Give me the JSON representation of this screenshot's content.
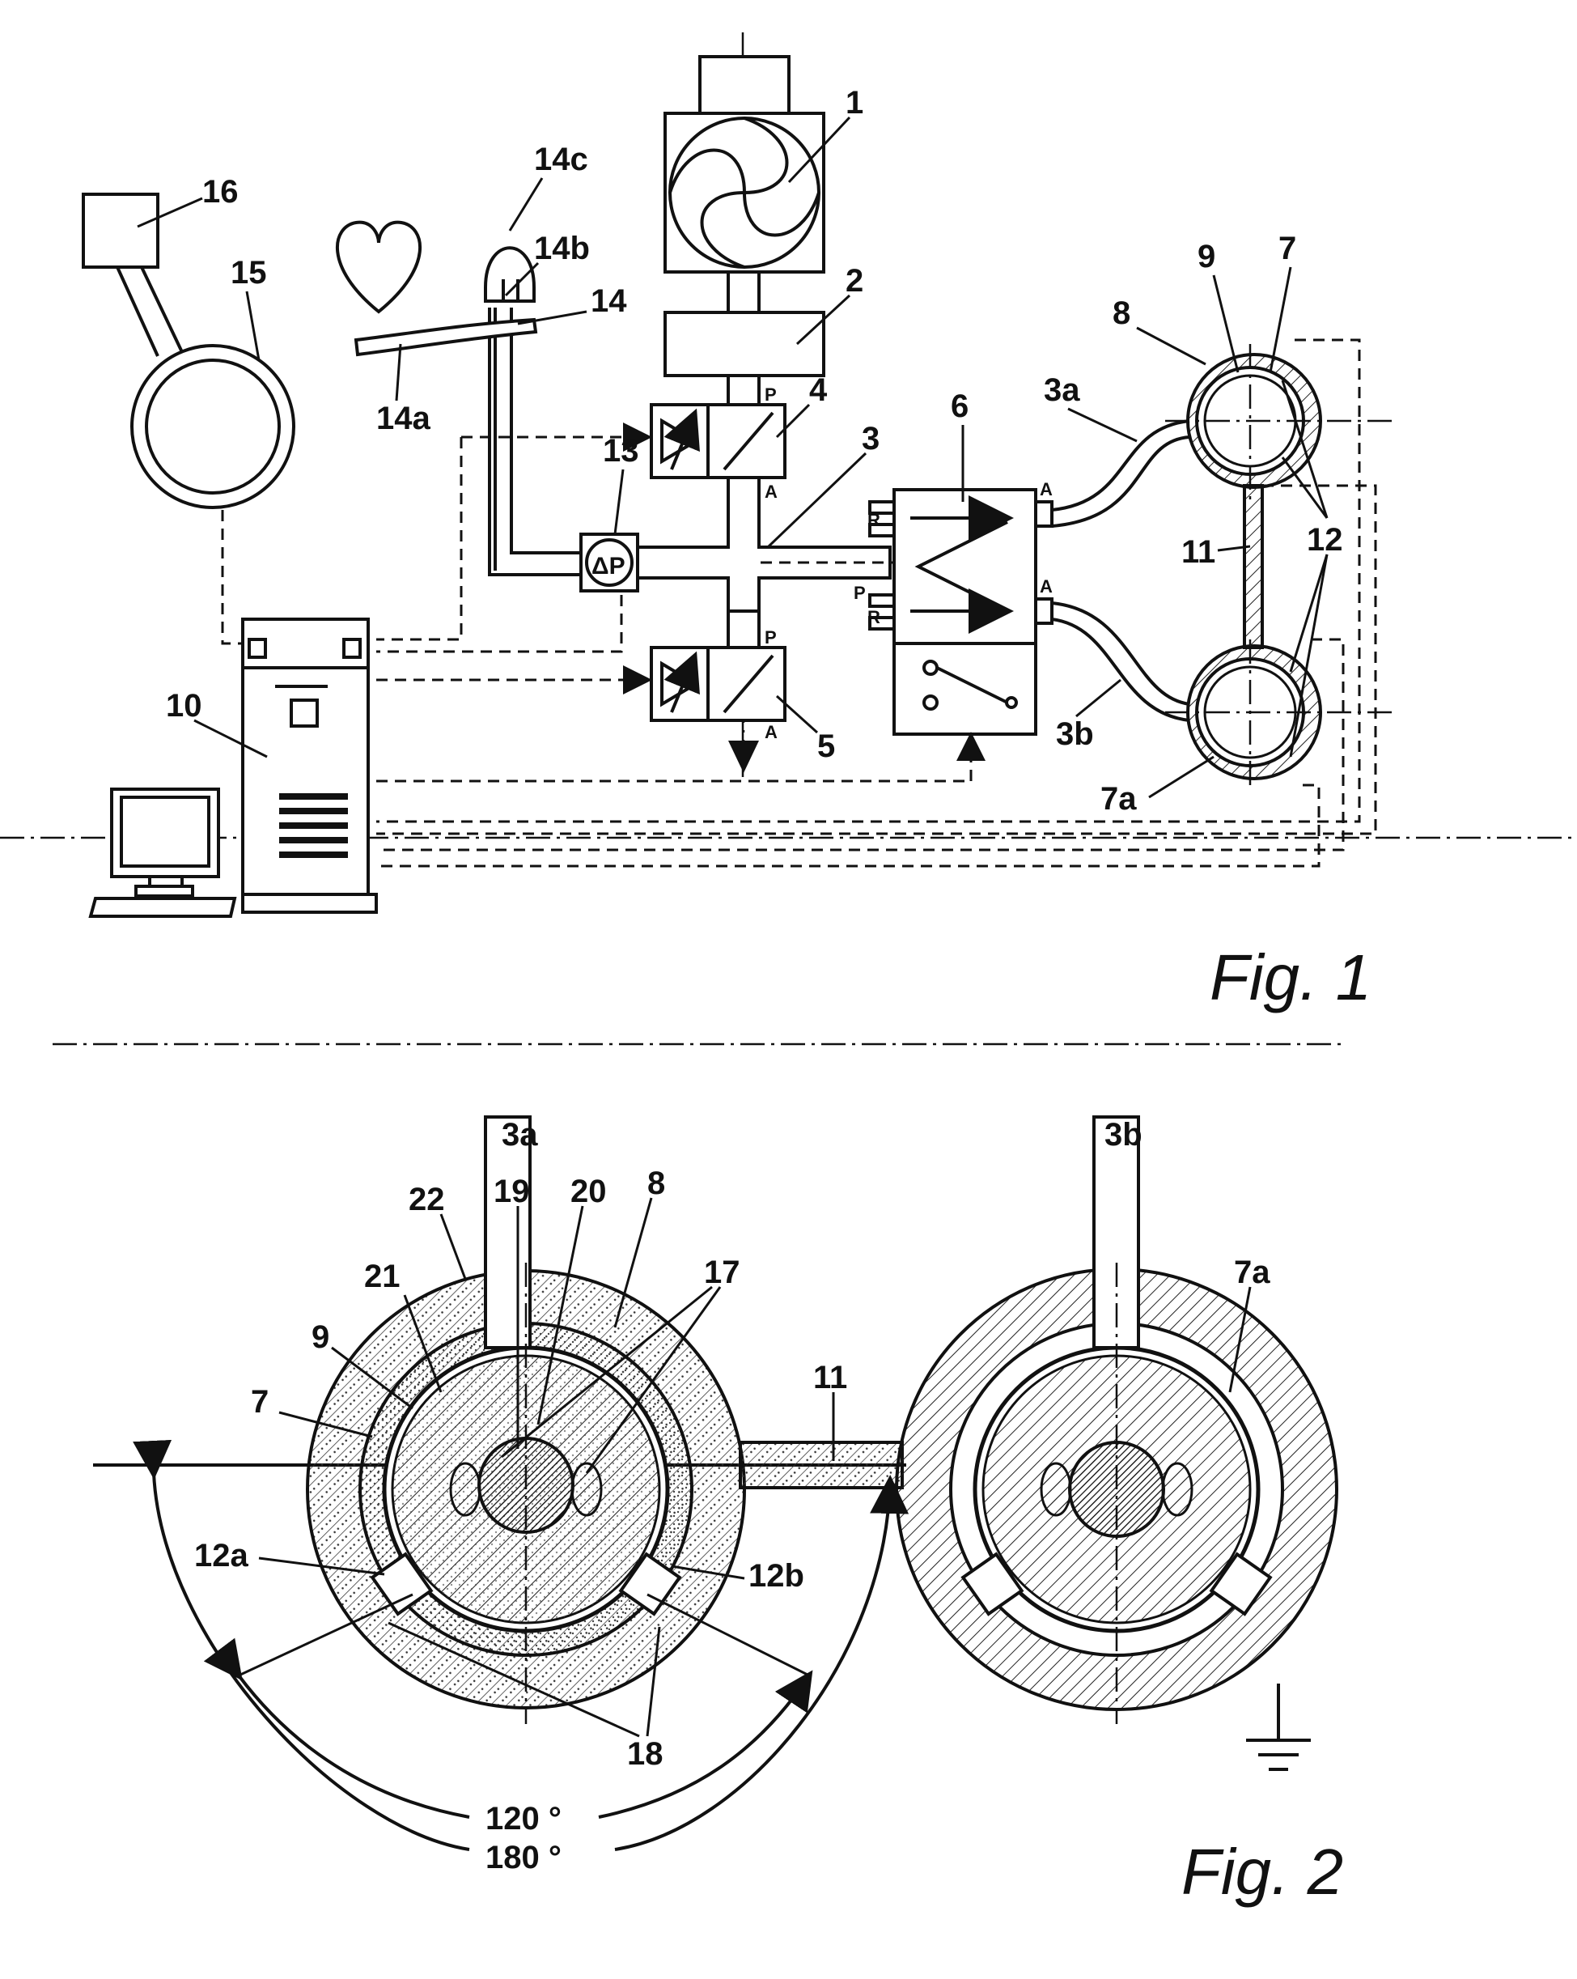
{
  "figures": [
    {
      "caption": "Fig. 1"
    },
    {
      "caption": "Fig. 2"
    }
  ],
  "fig1_labels": {
    "l1": "1",
    "l2": "2",
    "l3": "3",
    "l3a": "3a",
    "l3b": "3b",
    "l4": "4",
    "l5": "5",
    "l6": "6",
    "l7": "7",
    "l7a": "7a",
    "l8": "8",
    "l9": "9",
    "l10": "10",
    "l11": "11",
    "l12": "12",
    "l13": "13",
    "l14": "14",
    "l14a": "14a",
    "l14b": "14b",
    "l14c": "14c",
    "l15": "15",
    "l16": "16",
    "port_p": "P",
    "port_a": "A",
    "port_r": "R",
    "dp": "ΔP"
  },
  "fig2_labels": {
    "l3a": "3a",
    "l3b": "3b",
    "l7": "7",
    "l7a": "7a",
    "l8": "8",
    "l9": "9",
    "l11": "11",
    "l12a": "12a",
    "l12b": "12b",
    "l17": "17",
    "l18": "18",
    "l19": "19",
    "l20": "20",
    "l21": "21",
    "l22": "22",
    "angle1": "120 °",
    "angle2": "180 °"
  }
}
